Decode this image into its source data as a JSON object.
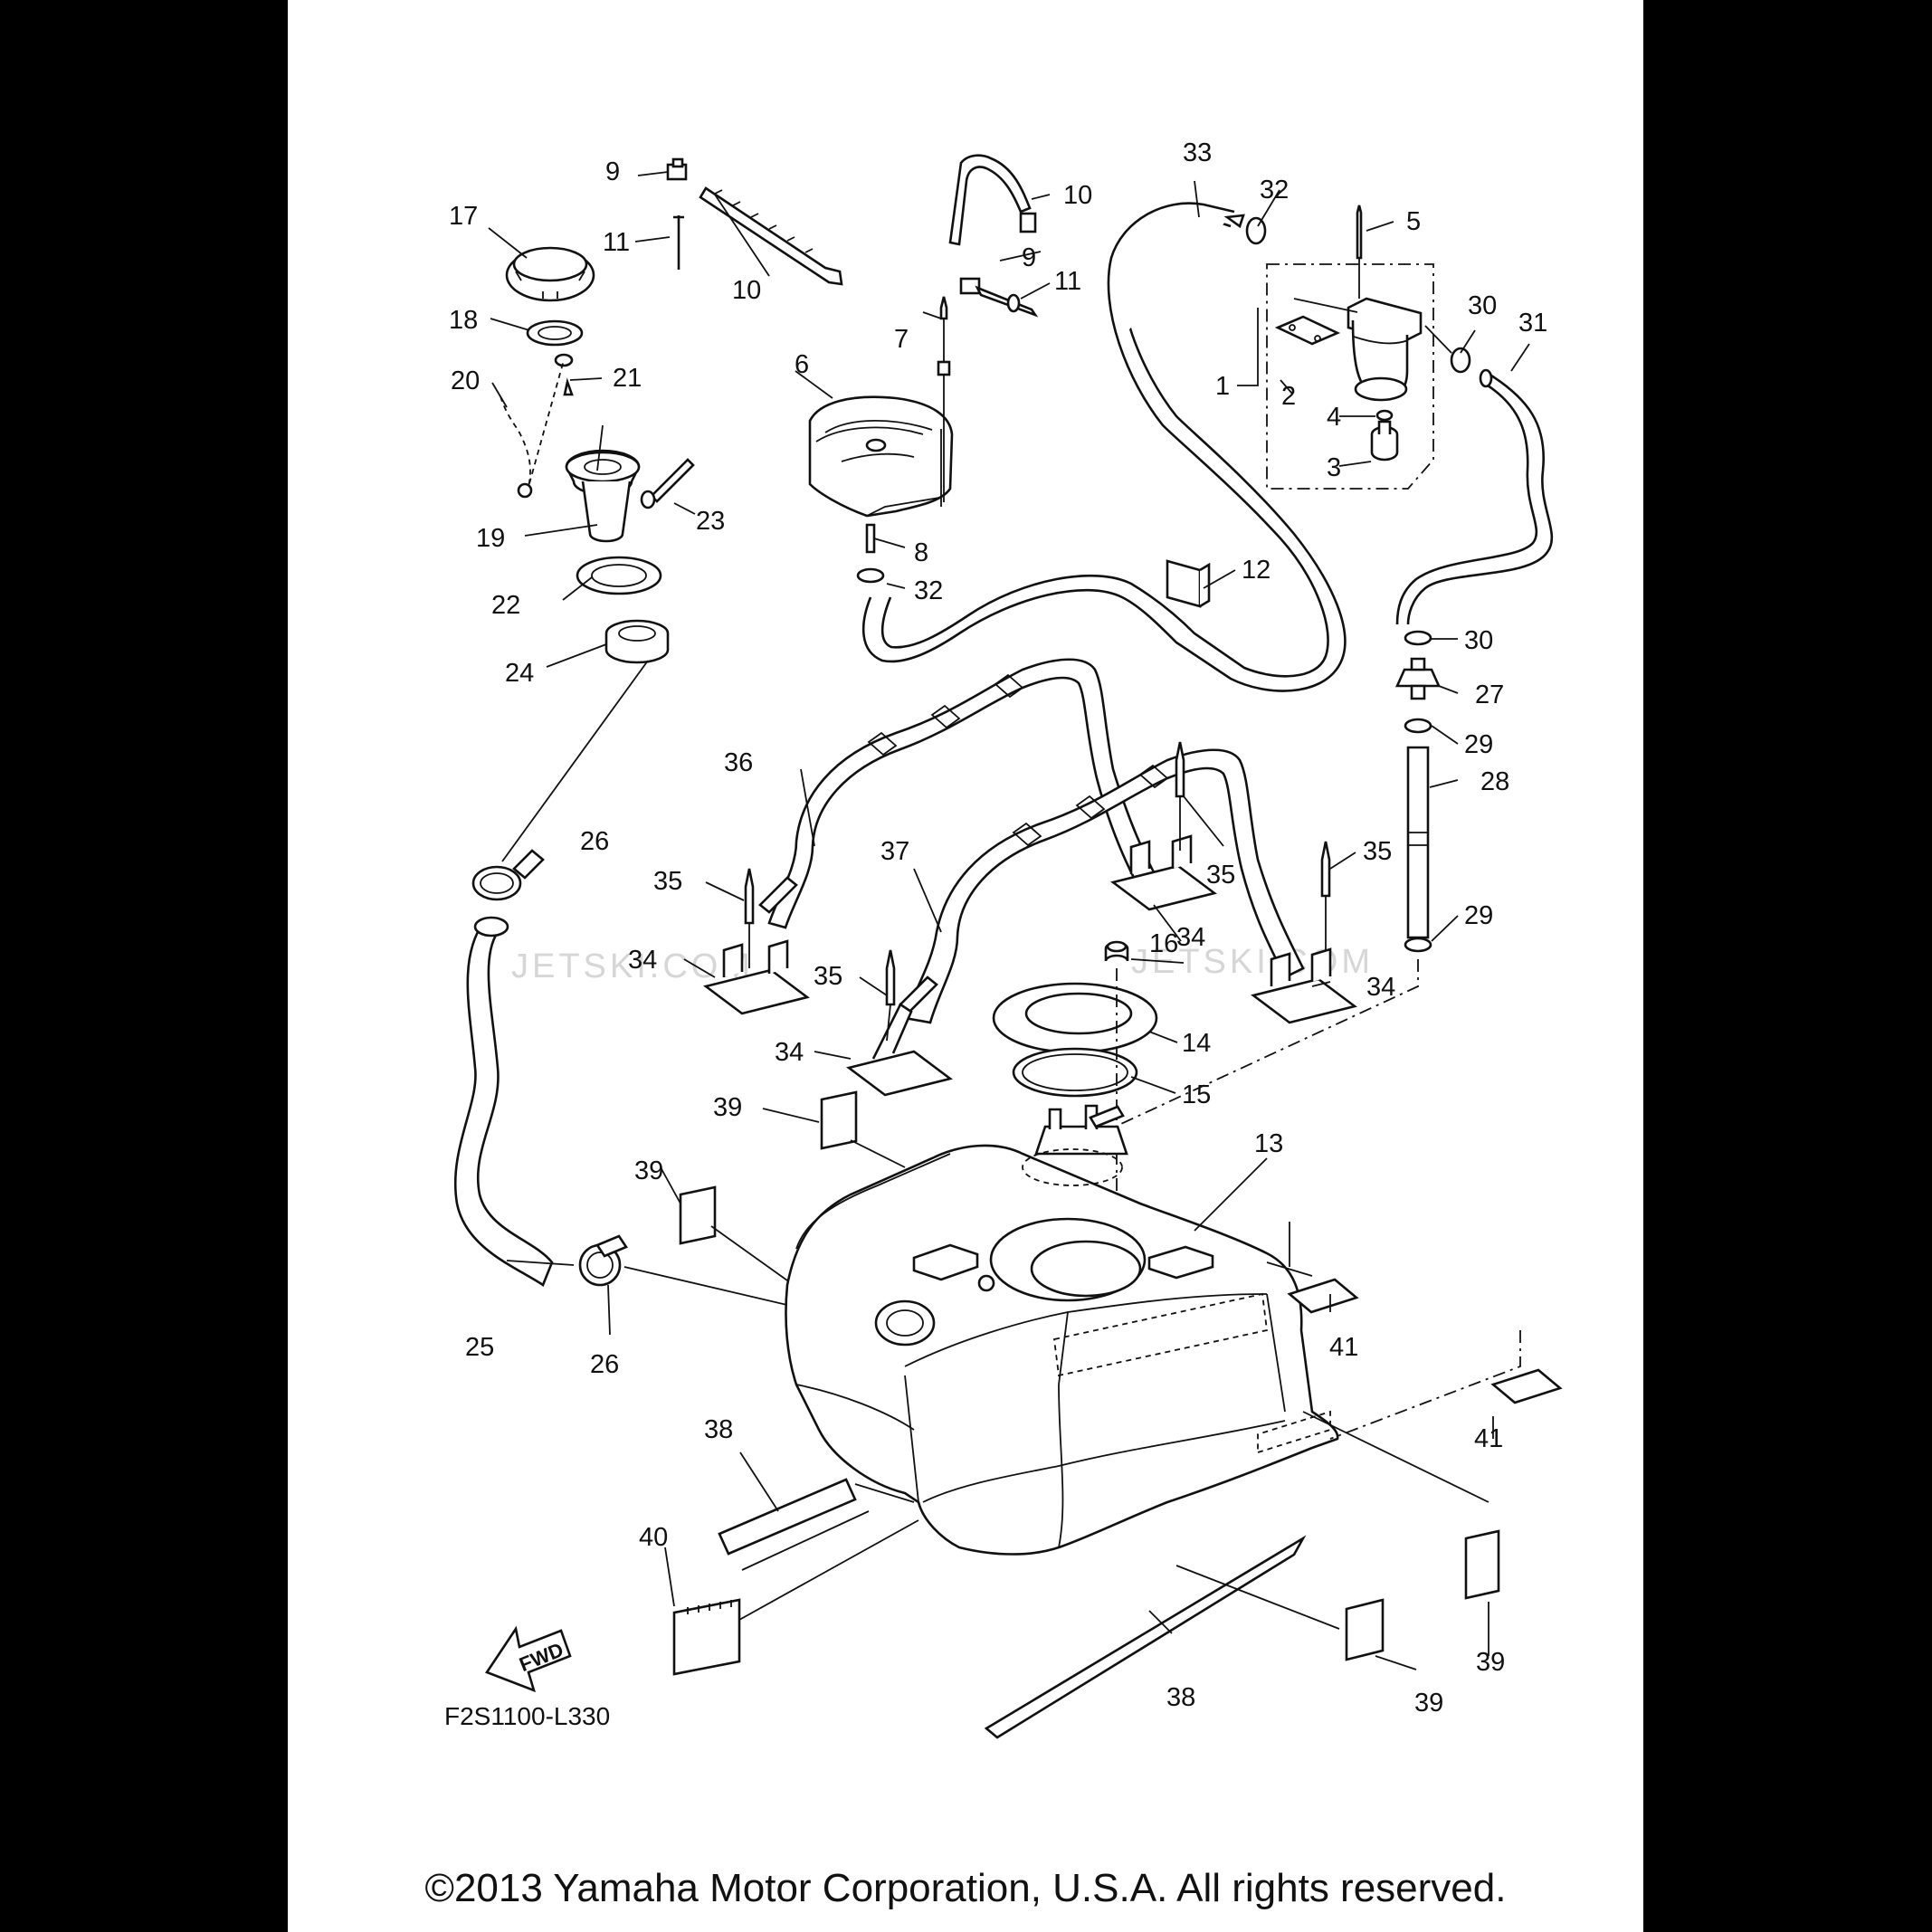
{
  "diagram_code": "F2S1100-L330",
  "fwd_label": "FWD",
  "watermark": "JETSKI.COM",
  "copyright": "©2013 Yamaha Motor Corporation, U.S.A. All rights reserved.",
  "parts": [
    {
      "n": "1"
    },
    {
      "n": "2"
    },
    {
      "n": "3"
    },
    {
      "n": "4"
    },
    {
      "n": "5"
    },
    {
      "n": "6"
    },
    {
      "n": "7"
    },
    {
      "n": "8"
    },
    {
      "n": "9"
    },
    {
      "n": "10"
    },
    {
      "n": "11"
    },
    {
      "n": "12"
    },
    {
      "n": "13"
    },
    {
      "n": "14"
    },
    {
      "n": "15"
    },
    {
      "n": "16"
    },
    {
      "n": "17"
    },
    {
      "n": "18"
    },
    {
      "n": "19"
    },
    {
      "n": "20"
    },
    {
      "n": "21"
    },
    {
      "n": "22"
    },
    {
      "n": "23"
    },
    {
      "n": "24"
    },
    {
      "n": "25"
    },
    {
      "n": "26"
    },
    {
      "n": "27"
    },
    {
      "n": "28"
    },
    {
      "n": "29"
    },
    {
      "n": "30"
    },
    {
      "n": "31"
    },
    {
      "n": "32"
    },
    {
      "n": "33"
    },
    {
      "n": "34"
    },
    {
      "n": "35"
    },
    {
      "n": "36"
    },
    {
      "n": "37"
    },
    {
      "n": "38"
    },
    {
      "n": "39"
    },
    {
      "n": "40"
    },
    {
      "n": "41"
    }
  ]
}
